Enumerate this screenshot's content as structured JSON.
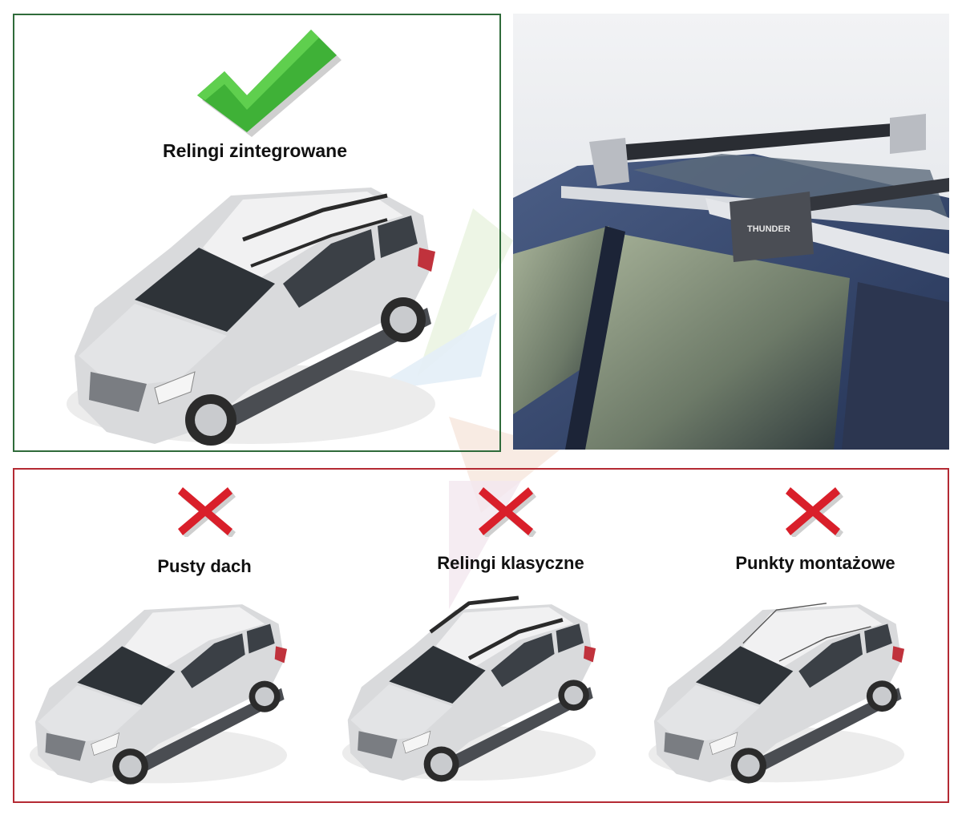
{
  "top_panel": {
    "label": "Relingi zintegrowane",
    "status_icon": "check-icon",
    "status_color": "#3fb137"
  },
  "photo": {
    "brand_text": "THUNDER"
  },
  "bottom_panel": {
    "items": [
      {
        "label": "Pusty dach",
        "status_icon": "cross-icon",
        "status_color": "#d91f2a",
        "rails": "none"
      },
      {
        "label": "Relingi klasyczne",
        "status_icon": "cross-icon",
        "status_color": "#d91f2a",
        "rails": "classic"
      },
      {
        "label": "Punkty montażowe",
        "status_icon": "cross-icon",
        "status_color": "#d91f2a",
        "rails": "mount-points"
      }
    ]
  },
  "colors": {
    "ok_border": "#2f6b3a",
    "bad_border": "#b42a33"
  }
}
